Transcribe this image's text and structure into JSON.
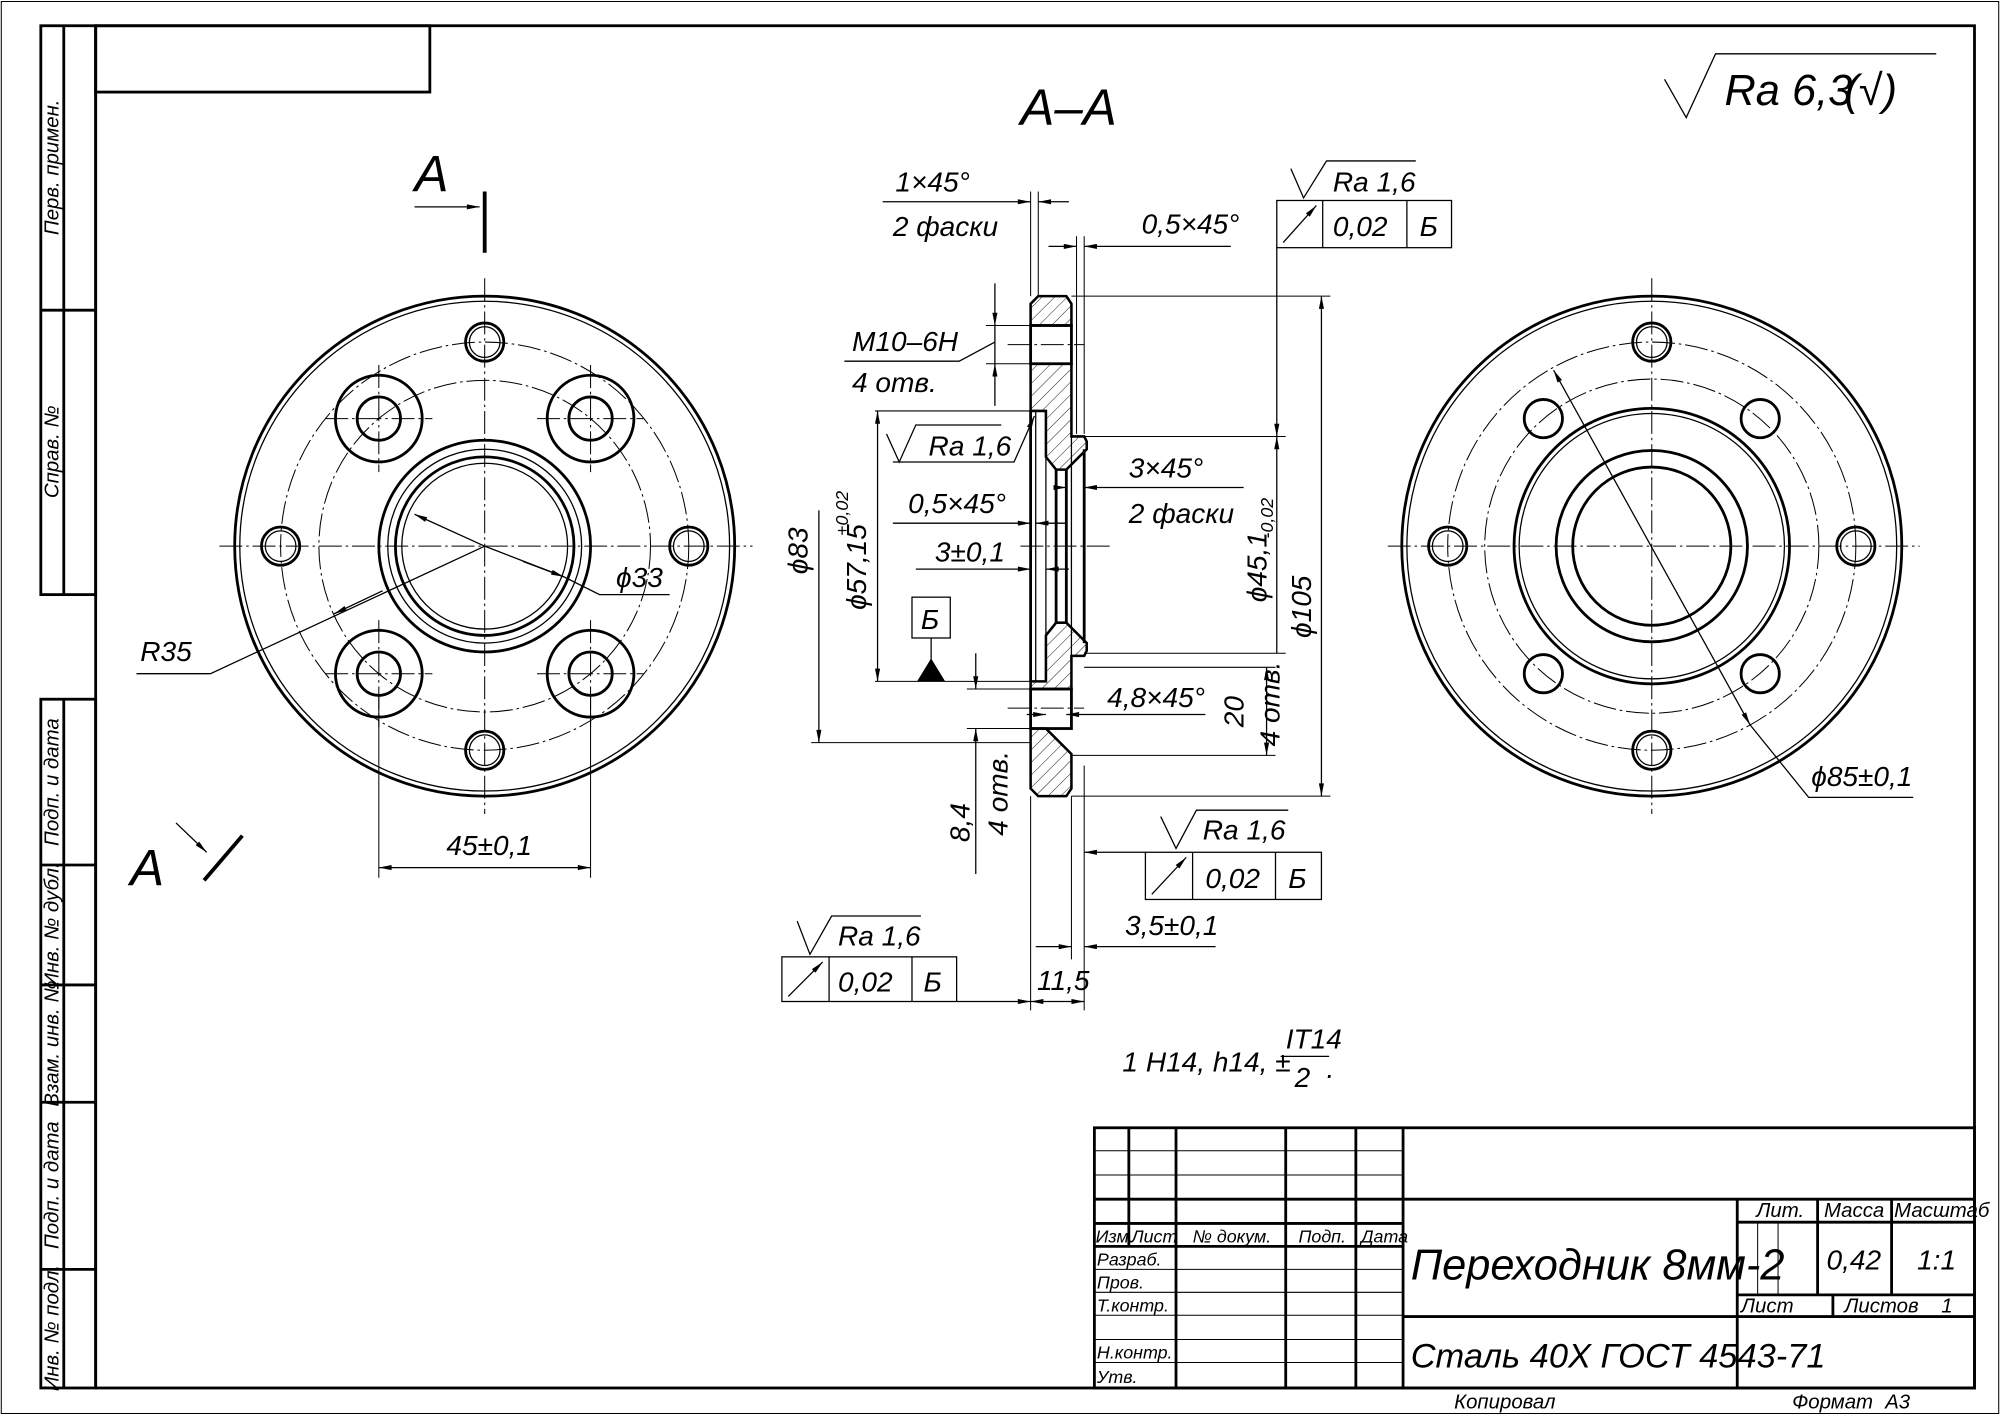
{
  "section_title": "А–А",
  "roughness_general": {
    "ra": "Ra 6,3",
    "paren": "(√)"
  },
  "section_marks": {
    "top_letter": "А",
    "bottom_letter": "А"
  },
  "left_view": {
    "radius": "R35",
    "bore": "ϕ33",
    "spacing": "45±0,1"
  },
  "section": {
    "chamfer_top": "1×45°",
    "chamfer_top_note": "2 фаски",
    "chamfer_small_top": "0,5×45°",
    "thread": "M10–6H",
    "thread_count": "4 отв.",
    "ra_inner": "Ra 1,6",
    "chamfer_small_inner": "0,5×45°",
    "depth": "3±0,1",
    "datum": "Б",
    "d83": "ϕ83",
    "d57": "ϕ57,15",
    "d57_tol": "+0,02",
    "chamfer_hub": "3×45°",
    "chamfer_hub_note": "2 фаски",
    "d45": "ϕ45,1",
    "d45_tol": "-0,02",
    "d105": "ϕ105",
    "chamfer_hole": "4,8×45°",
    "dim20": "20",
    "dim20_count": "4 отв.",
    "d84": "8,4",
    "d84_count": "4 отв.",
    "hub_len": "3,5±0,1",
    "total_len": "11,5"
  },
  "tolerance_frames": [
    {
      "ra": "Ra 1,6",
      "value": "0,02",
      "datum": "Б"
    },
    {
      "ra": "Ra 1,6",
      "value": "0,02",
      "datum": "Б"
    },
    {
      "ra": "Ra 1,6",
      "value": "0,02",
      "datum": "Б"
    }
  ],
  "right_view": {
    "d85": "ϕ85±0,1"
  },
  "general_tolerance": {
    "prefix": "1 H14, h14, ±",
    "numerator": "IT14",
    "denominator": "2",
    "suffix": "."
  },
  "title_block": {
    "headers": {
      "izm": "Изм.",
      "list": "Лист",
      "doc": "№ докум.",
      "sign": "Подп.",
      "date": "Дата"
    },
    "roles": [
      "Разраб.",
      "Пров.",
      "Т.контр.",
      "",
      "Н.контр.",
      "Утв."
    ],
    "name": "Переходник 8мм-2",
    "material": "Сталь 40Х  ГОСТ 4543-71",
    "lit_label": "Лит.",
    "mass_label": "Масса",
    "scale_label": "Масштаб",
    "mass": "0,42",
    "scale": "1:1",
    "sheet_label": "Лист",
    "sheets_label": "Листов",
    "sheets": "1",
    "copied": "Копировал",
    "format_label": "Формат",
    "format": "А3"
  },
  "side_strip": [
    "Перв. примен.",
    "Справ. №",
    "Подп. и дата",
    "Инв. № дубл.",
    "Взам. инв. №",
    "Подп. и дата",
    "Инв. № подл."
  ]
}
